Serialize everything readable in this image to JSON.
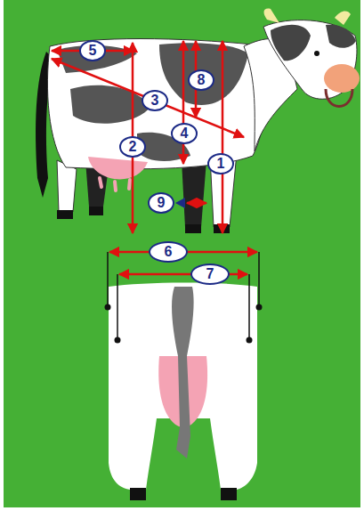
{
  "diagram": {
    "nodes": [
      {
        "text": [
          "5"
        ]
      },
      {
        "text": [
          "8"
        ]
      },
      {
        "text": [
          "3"
        ]
      },
      {
        "text": [
          "4"
        ]
      },
      {
        "text": [
          "2"
        ]
      },
      {
        "text": [
          "1"
        ]
      },
      {
        "text": [
          "9"
        ]
      },
      {
        "text": [
          "6"
        ]
      },
      {
        "text": [
          "7"
        ]
      }
    ]
  }
}
